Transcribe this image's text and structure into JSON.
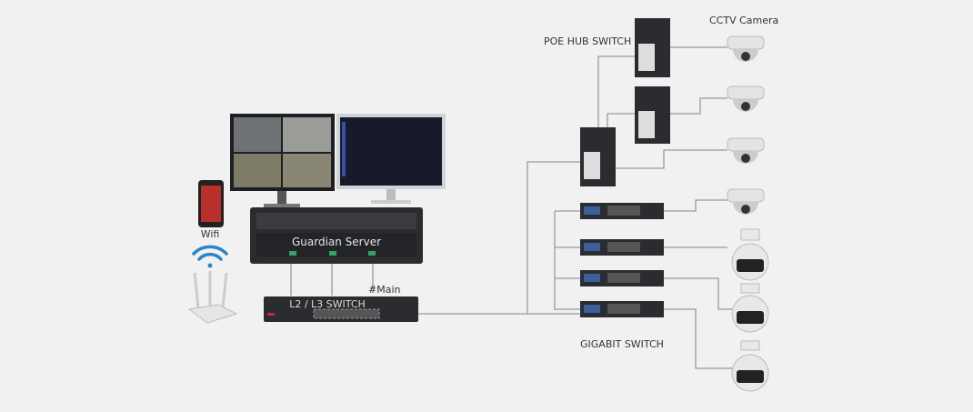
{
  "labels": {
    "cctv_camera": "CCTV Camera",
    "poe_hub_switch": "POE HUB SWITCH",
    "guardian_server": "Guardian Server",
    "wifi": "Wifi",
    "l2_l3_switch": "L2 / L3 SWITCH",
    "main": "#Main",
    "gigabit_switch": "GIGABIT SWITCH"
  },
  "colors": {
    "background": "#f1f1f1",
    "device_dark": "#2a2c30",
    "wire": "#9a9a9a",
    "port_green": "#2fa46a",
    "switch_blue": "#3a5f9a"
  }
}
